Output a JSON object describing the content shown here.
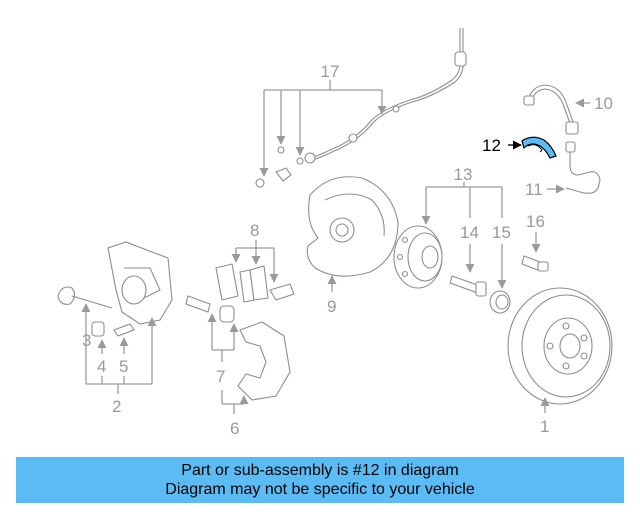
{
  "diagram": {
    "highlight_color": "#5bbcf5",
    "callouts": {
      "c1": "1",
      "c2": "2",
      "c3": "3",
      "c4": "4",
      "c5": "5",
      "c6": "6",
      "c7": "7",
      "c8": "8",
      "c9": "9",
      "c10": "10",
      "c11": "11",
      "c12": "12",
      "c13": "13",
      "c14": "14",
      "c15": "15",
      "c16": "16",
      "c17": "17"
    }
  },
  "banner": {
    "background": "#5bbcf5",
    "line1": "Part or sub-assembly is #12 in diagram",
    "line2": "Diagram may not be specific to your vehicle"
  }
}
